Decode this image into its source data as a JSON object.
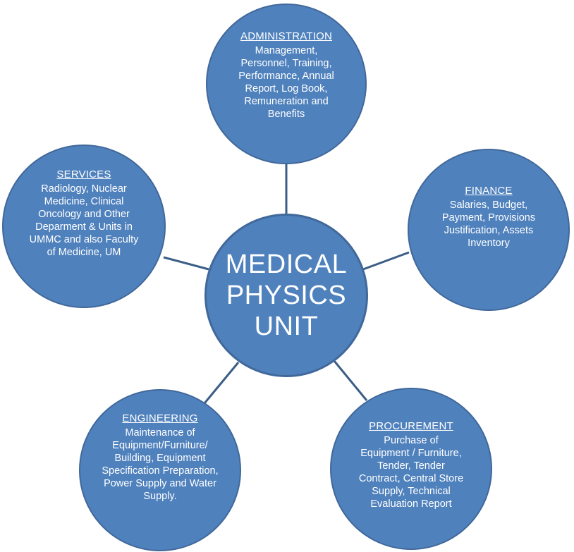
{
  "center": {
    "title": "MEDICAL PHYSICS UNIT"
  },
  "nodes": {
    "administration": {
      "title": "ADMINISTRATION",
      "description": "Management, Personnel, Training, Performance, Annual Report, Log Book, Remuneration and Benefits"
    },
    "finance": {
      "title": "FINANCE",
      "description": "Salaries, Budget, Payment, Provisions Justification, Assets Inventory"
    },
    "services": {
      "title": "SERVICES",
      "description": "Radiology, Nuclear Medicine, Clinical Oncology and Other Deparment & Units in UMMC and also Faculty of Medicine, UM"
    },
    "engineering": {
      "title": "ENGINEERING",
      "description": "Maintenance of Equipment/Furniture/ Building, Equipment Specification Preparation, Power Supply and Water Supply."
    },
    "procurement": {
      "title": "PROCUREMENT",
      "description": "Purchase of Equipment / Furniture, Tender, Tender Contract, Central Store Supply, Technical Evaluation Report"
    }
  },
  "colors": {
    "circle_fill": "#4f81bd",
    "circle_border": "#41689a",
    "connector": "#3b5d86",
    "text": "#ffffff"
  }
}
